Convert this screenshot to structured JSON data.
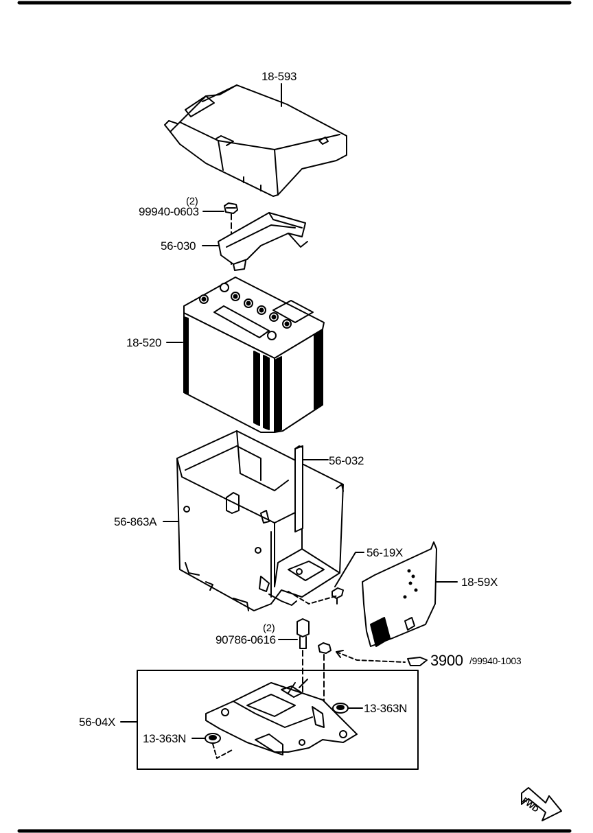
{
  "diagram": {
    "colors": {
      "line": "#000000",
      "background": "#ffffff"
    },
    "parts": {
      "battery_cover": {
        "number": "18-593"
      },
      "nut_top": {
        "number": "99940-0603",
        "quantity": "(2)"
      },
      "battery_clamp": {
        "number": "56-030"
      },
      "battery": {
        "number": "18-520"
      },
      "clamp_rod": {
        "number": "56-032"
      },
      "battery_tray": {
        "number": "56-863A"
      },
      "clip": {
        "number": "56-19X"
      },
      "side_plate": {
        "number": "18-59X"
      },
      "bolt": {
        "number": "90786-0616",
        "quantity": "(2)"
      },
      "reference": {
        "number": "3900",
        "sub_number": "/99940-1003"
      },
      "tray_assembly": {
        "number": "56-04X"
      },
      "grommet_right": {
        "number": "13-363N"
      },
      "grommet_left": {
        "number": "13-363N"
      }
    },
    "direction_badge": {
      "text": "FWD"
    }
  }
}
